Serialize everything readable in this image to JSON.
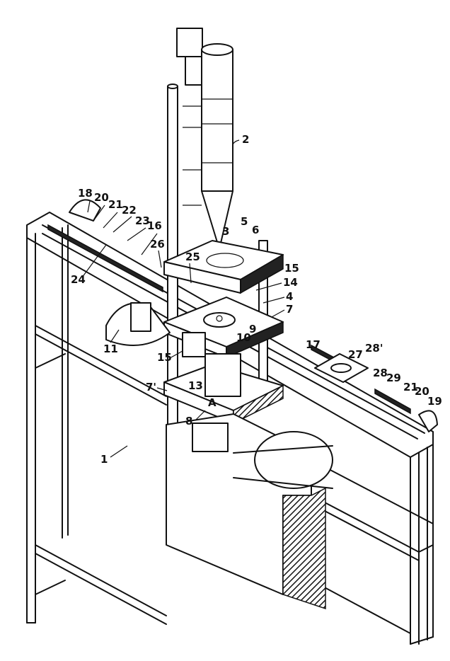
{
  "figure": {
    "labels": [
      "2",
      "3",
      "5",
      "6",
      "18",
      "20",
      "21",
      "22",
      "23",
      "16",
      "24",
      "26",
      "25",
      "15",
      "14",
      "4",
      "7",
      "11",
      "10",
      "9",
      "15",
      "17",
      "27",
      "28'",
      "28",
      "29",
      "21",
      "20",
      "19",
      "7'",
      "13",
      "A",
      "8",
      "1"
    ]
  },
  "colors": {
    "ink": "#111111",
    "paper": "#ffffff"
  }
}
